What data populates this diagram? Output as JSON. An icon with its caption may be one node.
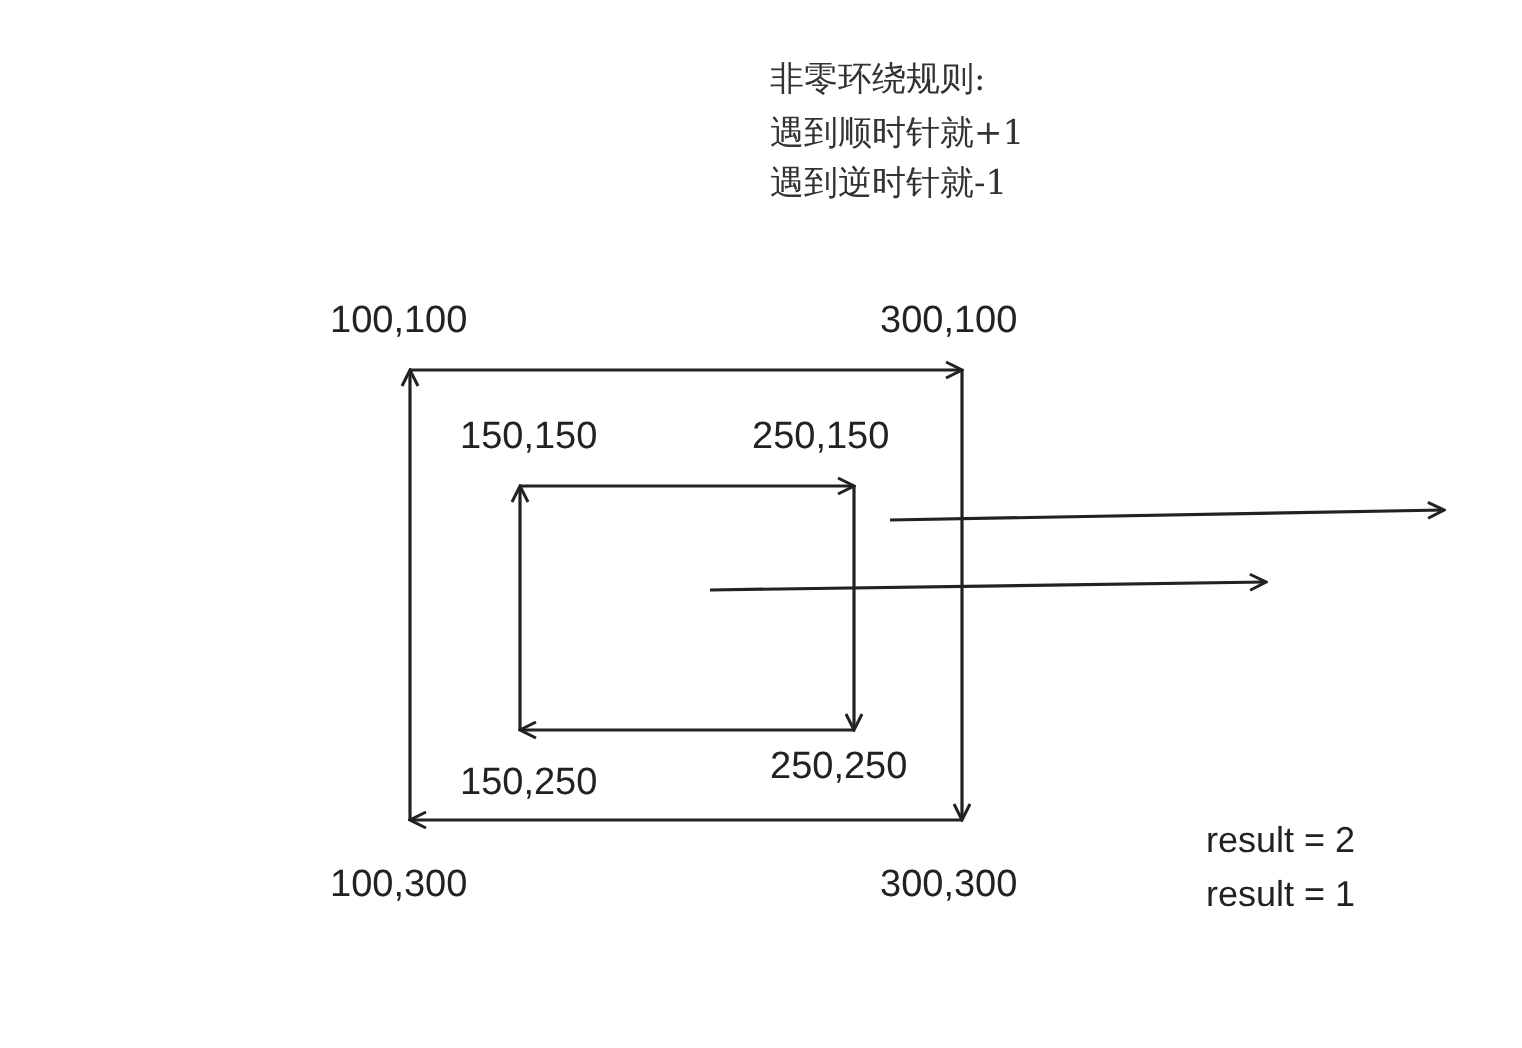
{
  "diagram": {
    "nodes": [
      {
        "text": [
          "100,100"
        ]
      },
      {
        "text": [
          "300,100"
        ]
      },
      {
        "text": [
          "150,150"
        ]
      },
      {
        "text": [
          "250,150"
        ]
      },
      {
        "text": [
          "150,250"
        ]
      },
      {
        "text": [
          "250,250"
        ]
      },
      {
        "text": [
          "100,300"
        ]
      },
      {
        "text": [
          "300,300"
        ]
      }
    ],
    "edges": [
      {
        "from": 0,
        "to": 1,
        "arrow": "to"
      },
      {
        "from": 1,
        "to": 7,
        "arrow": "to"
      },
      {
        "from": 7,
        "to": 6,
        "arrow": "to"
      },
      {
        "from": 6,
        "to": 0,
        "arrow": "to"
      },
      {
        "from": 2,
        "to": 3,
        "arrow": "to"
      },
      {
        "from": 3,
        "to": 5,
        "arrow": "to"
      },
      {
        "from": 5,
        "to": 4,
        "arrow": "to"
      },
      {
        "from": 4,
        "to": 2,
        "arrow": "to"
      }
    ],
    "labels": [
      "非零环绕规则:",
      "遇到顺时针就+1",
      "遇到逆时针就-1",
      "result = 2",
      "result = 1"
    ]
  }
}
